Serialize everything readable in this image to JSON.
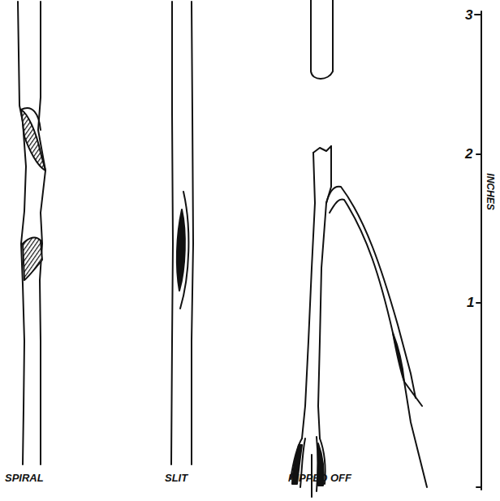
{
  "diagram": {
    "labels": [
      "SPIRAL",
      "SLIT",
      "NIPPED OFF",
      "3",
      "2",
      "1",
      "INCHES"
    ]
  }
}
